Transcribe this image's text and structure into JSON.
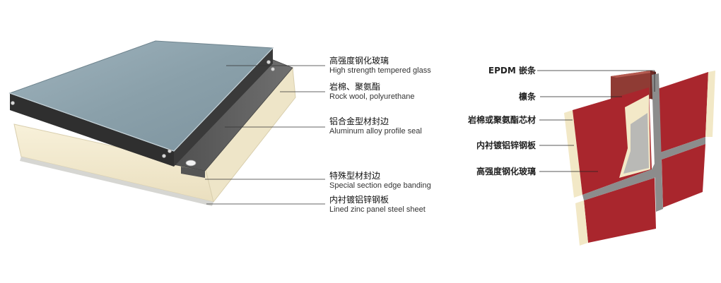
{
  "left_labels": [
    {
      "zh": "高强度钢化玻璃",
      "en": "High strength tempered glass"
    },
    {
      "zh": "岩棉、聚氨酯",
      "en": "Rock wool, polyurethane"
    },
    {
      "zh": "铝合金型材封边",
      "en": "Aluminum alloy profile seal"
    },
    {
      "zh": "特殊型材封边",
      "en": "Special section edge banding"
    },
    {
      "zh": "内衬镀铝锌钢板",
      "en": "Lined zinc panel steel sheet"
    }
  ],
  "right_labels": [
    "EPDM 嵌条",
    "檩条",
    "岩棉或聚氨酯芯材",
    "内衬镀铝锌钢板",
    "高强度钢化玻璃"
  ],
  "colors": {
    "glass": "#8ea3ad",
    "core": "#f4ecd2",
    "profile": "#5e5e5e",
    "facing": "#a9262d",
    "purlin": "#8f3b34"
  }
}
